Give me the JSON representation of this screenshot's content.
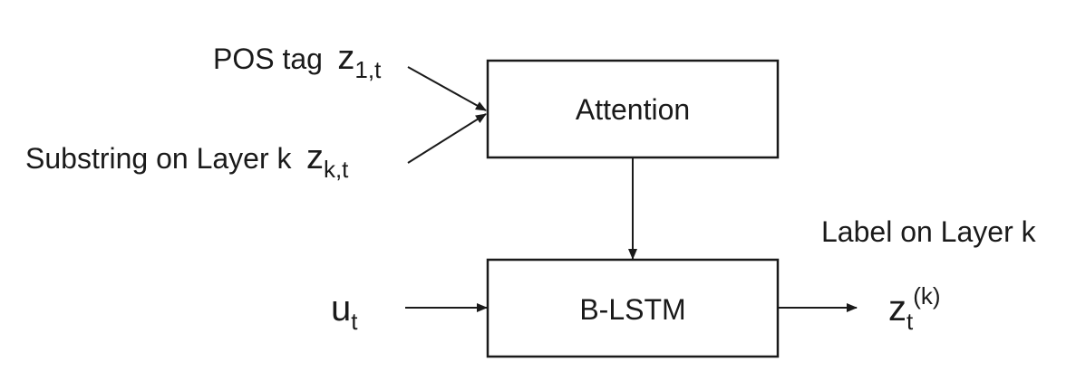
{
  "diagram": {
    "nodes": {
      "attention": {
        "label": "Attention"
      },
      "blstm": {
        "label": "B-LSTM"
      }
    },
    "inputs": {
      "pos_tag": {
        "prefix": "POS tag",
        "var": "z",
        "sub": "1,t"
      },
      "substring": {
        "prefix": "Substring on Layer k",
        "var": "z",
        "sub": "k,t"
      },
      "u": {
        "var": "u",
        "sub": "t"
      }
    },
    "output": {
      "caption": "Label on Layer k",
      "var": "z",
      "sub": "t",
      "sup": "(k)"
    },
    "edges": [
      {
        "from": "pos_tag",
        "to": "attention"
      },
      {
        "from": "substring",
        "to": "attention"
      },
      {
        "from": "attention",
        "to": "blstm"
      },
      {
        "from": "u",
        "to": "blstm"
      },
      {
        "from": "blstm",
        "to": "output"
      }
    ],
    "colors": {
      "stroke": "#1a1a1a",
      "background": "#ffffff"
    }
  }
}
